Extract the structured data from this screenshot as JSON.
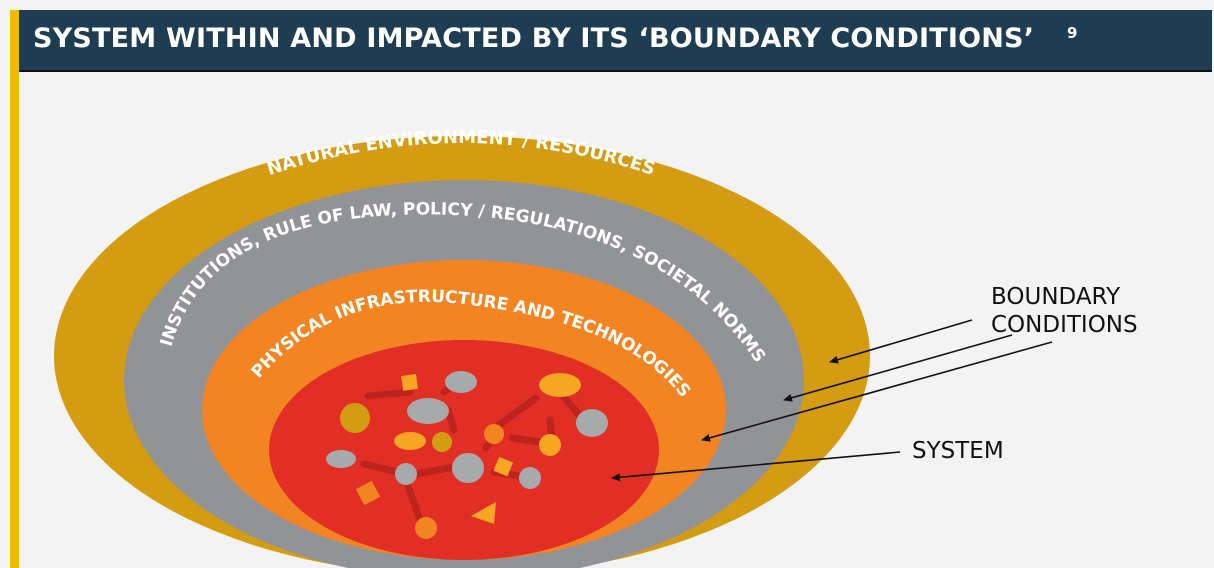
{
  "header": {
    "title": "SYSTEM WITHIN AND IMPACTED BY ITS ‘BOUNDARY CONDITIONS’",
    "footnote": "9"
  },
  "rings": {
    "natural_environment": "NATURAL ENVIRONMENT / RESOURCES",
    "institutions": "INSTITUTIONS, RULE OF LAW, POLICY / REGULATIONS, SOCIETAL NORMS",
    "infrastructure": "PHYSICAL INFRASTRUCTURE AND TECHNOLOGIES"
  },
  "callouts": {
    "boundary_line1": "BOUNDARY",
    "boundary_line2": "CONDITIONS",
    "system": "SYSTEM"
  },
  "colors": {
    "header_bg": "#1e3d52",
    "accent_bar": "#f5b800",
    "ring_outer": "#d39c13",
    "ring_institutions": "#929396",
    "ring_infrastructure": "#f28522",
    "system_core": "#e22f26"
  }
}
